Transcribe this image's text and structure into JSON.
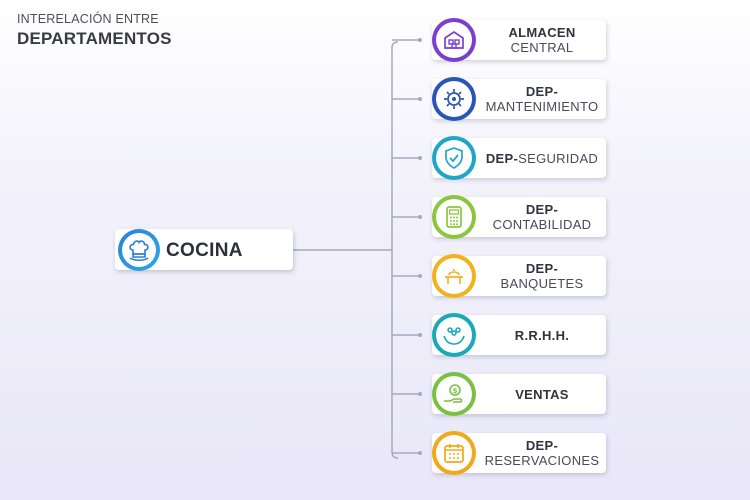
{
  "header": {
    "subtitle": "INTERELACIÓN ENTRE",
    "title": "DEPARTAMENTOS"
  },
  "center": {
    "label": "COCINA",
    "icon": "chef-hat-icon",
    "color": "#2f7fd6"
  },
  "departments": [
    {
      "line1": "ALMACEN",
      "line2": "CENTRAL",
      "icon": "warehouse-icon",
      "color": "#7b3fd0"
    },
    {
      "line1": "DEP-",
      "line2": "MANTENIMIENTO",
      "icon": "maintenance-gear-icon",
      "color": "#2a55b8"
    },
    {
      "line1": "DEP-",
      "line2": "SEGURIDAD",
      "icon": "shield-check-icon",
      "color": "#1ea6c9"
    },
    {
      "line1": "DEP-",
      "line2": "CONTABILIDAD",
      "icon": "calculator-icon",
      "color": "#8cc63f"
    },
    {
      "line1": "DEP-",
      "line2": "BANQUETES",
      "icon": "banquet-table-icon",
      "color": "#f2b21b"
    },
    {
      "line1": "R.R.H.H.",
      "line2": "",
      "icon": "people-hands-icon",
      "color": "#1aa9b8"
    },
    {
      "line1": "VENTAS",
      "line2": "",
      "icon": "money-hand-icon",
      "color": "#7ac143"
    },
    {
      "line1": "DEP-",
      "line2": "RESERVACIONES",
      "icon": "calendar-icon",
      "color": "#f2a81b"
    }
  ]
}
